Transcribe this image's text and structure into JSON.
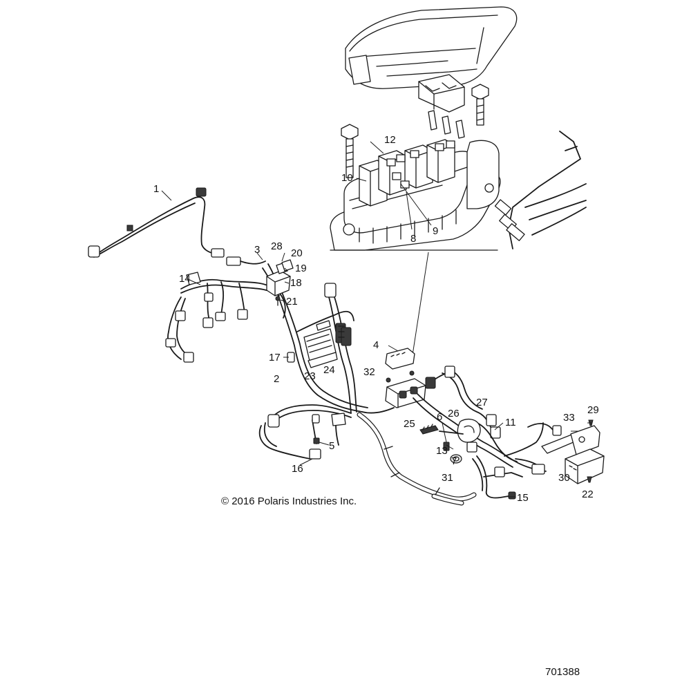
{
  "diagram": {
    "copyright": "© 2016 Polaris Industries Inc.",
    "document_id": "701388",
    "callouts": [
      "1",
      "2",
      "3",
      "4",
      "5",
      "6",
      "7",
      "8",
      "9",
      "10",
      "11",
      "12",
      "13",
      "14",
      "15",
      "16",
      "17",
      "18",
      "19",
      "20",
      "21",
      "22",
      "23",
      "24",
      "25",
      "26",
      "27",
      "28",
      "29",
      "30",
      "31",
      "32",
      "33"
    ]
  }
}
